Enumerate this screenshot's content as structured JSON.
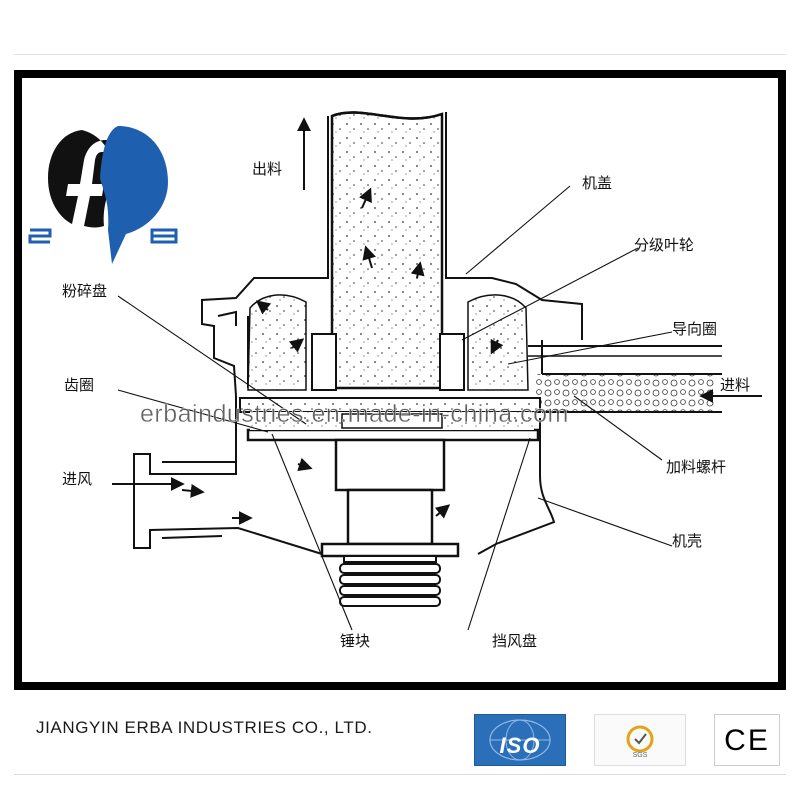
{
  "diagram": {
    "labels": {
      "outlet": "出料",
      "cover": "机盖",
      "classifier_wheel": "分级叶轮",
      "grinding_disc": "粉碎盘",
      "guide_ring": "导向圈",
      "gear_ring": "齿圈",
      "feed_in": "进料",
      "feed_screw": "加料螺杆",
      "air_in": "进风",
      "housing": "机壳",
      "hammer": "锤块",
      "air_baffle": "挡风盘"
    }
  },
  "watermark": "erbaindustries.en.made-in-china.com",
  "logo": {
    "digits": [
      "2",
      "8"
    ],
    "color": "#1f5fb0"
  },
  "footer": {
    "company": "JIANGYIN ERBA INDUSTRIES CO., LTD.",
    "cert_iso": "ISO",
    "cert_sgs": "SGS",
    "cert_ce": "CE"
  },
  "colors": {
    "frame": "#000000",
    "logo_blue": "#1f5fb0",
    "iso_blue": "#2a6fb8"
  }
}
